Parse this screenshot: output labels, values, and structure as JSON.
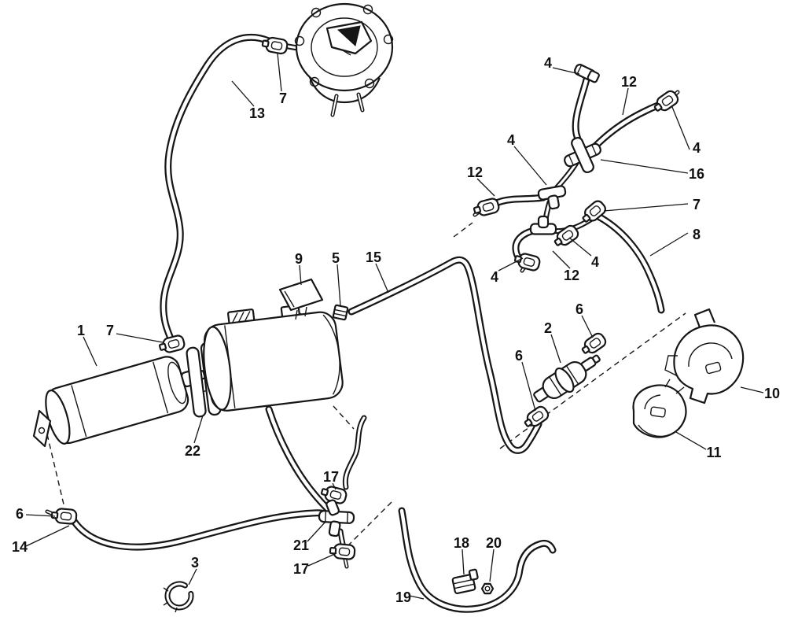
{
  "diagram": {
    "background_color": "#ffffff",
    "line_color": "#161616",
    "callout_labels": [
      "4",
      "12",
      "4",
      "16",
      "7",
      "8",
      "12",
      "4",
      "4",
      "12",
      "4",
      "13",
      "7",
      "9",
      "5",
      "15",
      "1",
      "7",
      "22",
      "2",
      "6",
      "6",
      "10",
      "11",
      "6",
      "14",
      "3",
      "17",
      "21",
      "17",
      "18",
      "20",
      "19"
    ]
  }
}
